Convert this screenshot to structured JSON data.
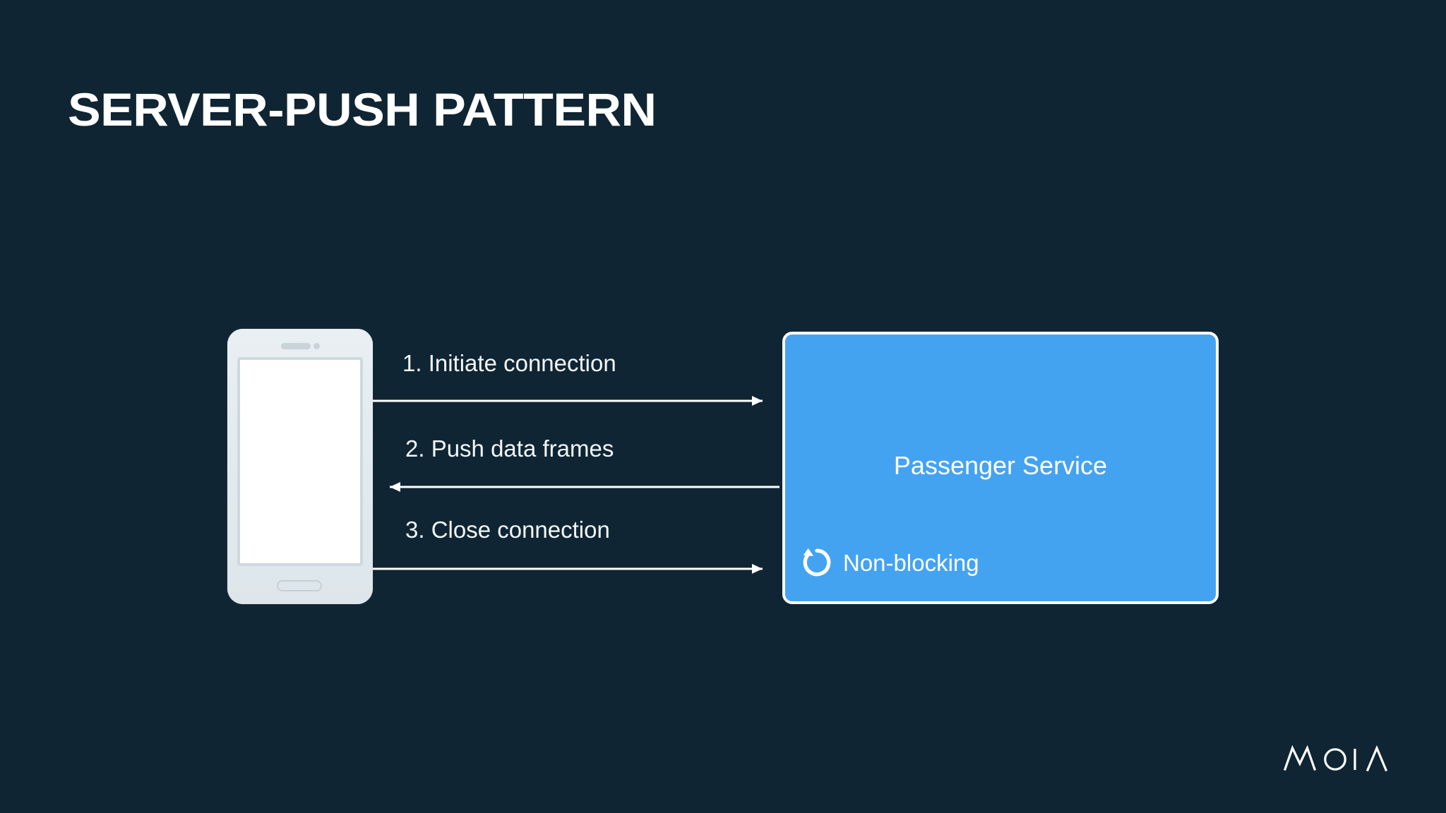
{
  "slide": {
    "title": "SERVER-PUSH PATTERN",
    "background_color": "#102533",
    "accent_color": "#44a3f0",
    "text_color": "#ffffff"
  },
  "client": {
    "name": "phone-mockup",
    "device_type": "smartphone",
    "body_color": "#e3ebee",
    "screen_color": "#ffffff"
  },
  "server": {
    "label": "Passenger Service",
    "fill_color": "#44a3f0",
    "border_color": "#ffffff",
    "badge": {
      "icon": "refresh-loop-icon",
      "label": "Non-blocking"
    }
  },
  "flows": [
    {
      "step": "1",
      "label": "1. Initiate connection",
      "direction": "client-to-server"
    },
    {
      "step": "2",
      "label": "2. Push data frames",
      "direction": "server-to-client"
    },
    {
      "step": "3",
      "label": "3. Close connection",
      "direction": "client-to-server"
    }
  ],
  "brand": {
    "name": "MOIA",
    "letters": [
      "M",
      "O",
      "I",
      "A"
    ]
  }
}
